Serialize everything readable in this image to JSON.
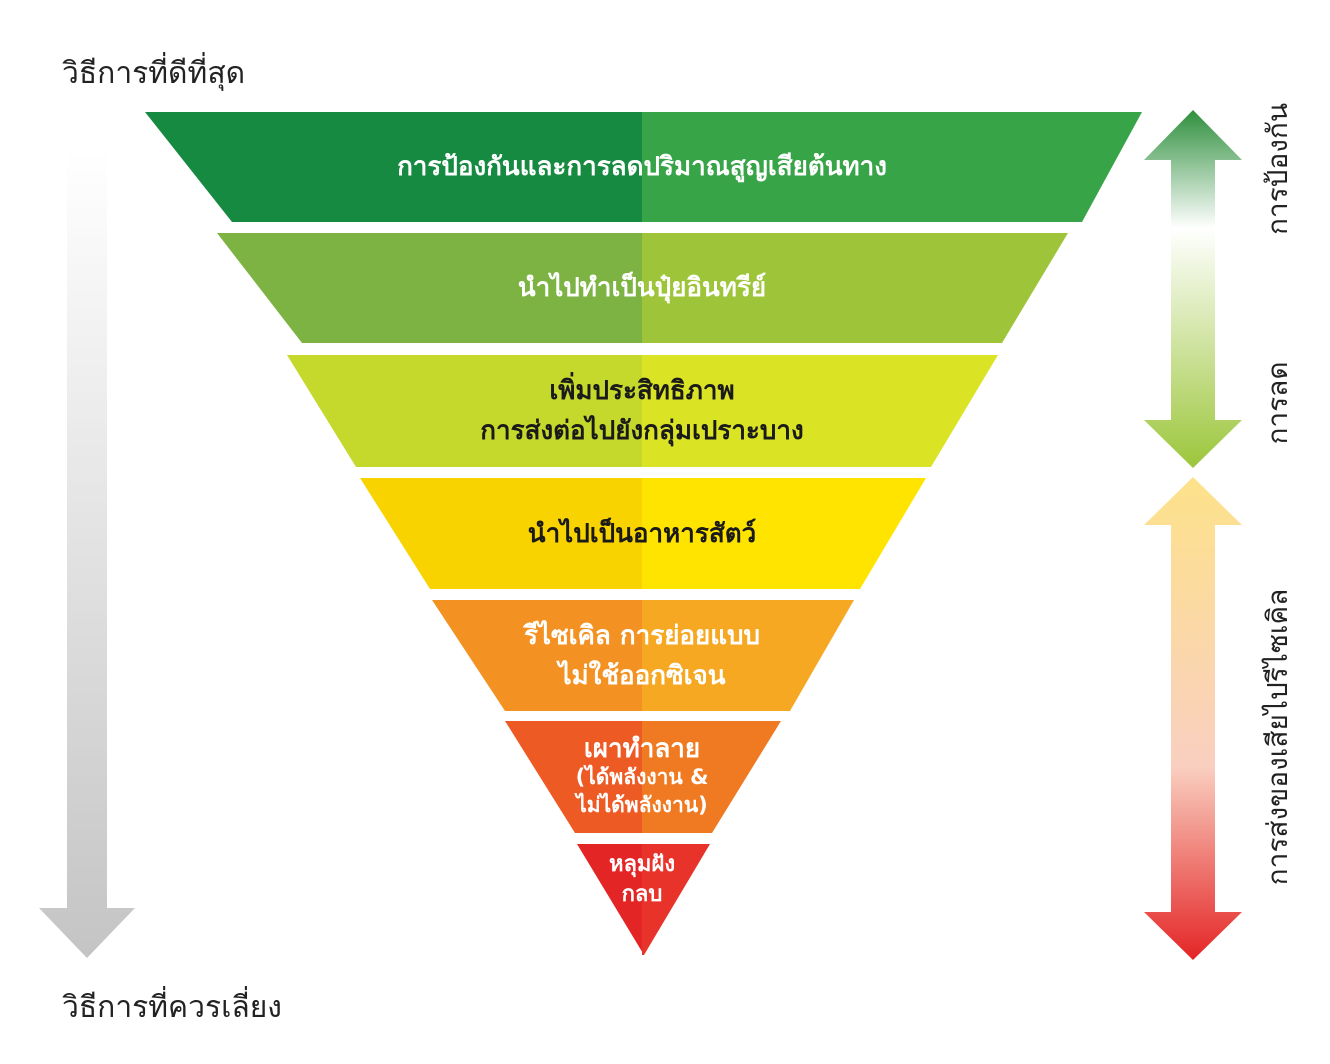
{
  "labels": {
    "top_left": "วิธีการที่ดีที่สุด",
    "bottom_left": "วิธีการที่ควรเลี่ยง"
  },
  "tiers": [
    {
      "lines": [
        "การป้องกันและการลดปริมาณสูญเสียต้นทาง"
      ],
      "color_left": "#178a42",
      "color_right": "#36a447",
      "text_color": "#ffffff"
    },
    {
      "lines": [
        "นำไปทำเป็นปุ๋ยอินทรีย์"
      ],
      "color_left": "#7cb342",
      "color_right": "#9ec53a",
      "text_color": "#ffffff"
    },
    {
      "lines": [
        "เพิ่มประสิทธิภาพ",
        "การส่งต่อไปยังกลุ่มเปราะบาง"
      ],
      "color_left": "#c5d82c",
      "color_right": "#dbe325",
      "text_color": "#1a1a1a"
    },
    {
      "lines": [
        "นำไปเป็นอาหารสัตว์"
      ],
      "color_left": "#f9d300",
      "color_right": "#ffe400",
      "text_color": "#1a1a1a"
    },
    {
      "lines": [
        "รีไซเคิล การย่อยแบบ",
        "ไม่ใช้ออกซิเจน"
      ],
      "color_left": "#f39222",
      "color_right": "#f7a823",
      "text_color": "#ffffff"
    },
    {
      "lines": [
        "เผาทำลาย",
        "(ได้พลังงาน &",
        "ไม่ได้พลังงาน)"
      ],
      "color_left": "#ee5a24",
      "color_right": "#f07a22",
      "text_color": "#ffffff"
    },
    {
      "lines": [
        "หลุมฝัง",
        "กลบ"
      ],
      "color_left": "#e42526",
      "color_right": "#e8332a",
      "text_color": "#ffffff"
    }
  ],
  "side_labels": {
    "prevention": "การป้องกัน",
    "reduction": "การลด",
    "recycling": "การส่งของเสียไปรีไซเคิล"
  },
  "colors": {
    "left_arrow_top": "#ffffff",
    "left_arrow_bottom": "#c4c4c4",
    "green_arrow_top": "#2f8f3d",
    "green_arrow_bottom": "#9cc63b",
    "red_arrow_top": "#fde28a",
    "red_arrow_bottom": "#e42526"
  }
}
